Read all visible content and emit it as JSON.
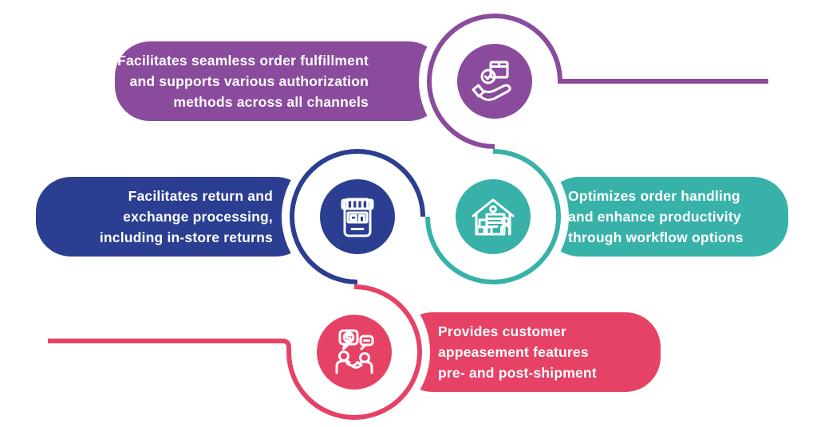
{
  "background_color": "#ffffff",
  "text_color": "#ffffff",
  "icon_color": "#ffffff",
  "cards": [
    {
      "id": "order-fulfillment",
      "color": "#8a4b9d",
      "icon": "hand-box-check-icon",
      "lines": [
        "Facilitates seamless order fulfillment",
        "and supports various authorization",
        "methods across all channels"
      ]
    },
    {
      "id": "returns-exchange",
      "color": "#2b3e91",
      "icon": "storefront-phone-icon",
      "lines": [
        "Facilitates return and",
        "exchange processing,",
        "including in-store returns"
      ]
    },
    {
      "id": "order-handling",
      "color": "#38b2a9",
      "icon": "warehouse-worker-icon",
      "lines": [
        "Optimizes order handling",
        "and enhance productivity",
        "through workflow options"
      ]
    },
    {
      "id": "customer-appeasement",
      "color": "#e64265",
      "icon": "customer-chat-icon",
      "lines": [
        "Provides customer",
        "appeasement features",
        "pre- and post-shipment"
      ]
    }
  ]
}
